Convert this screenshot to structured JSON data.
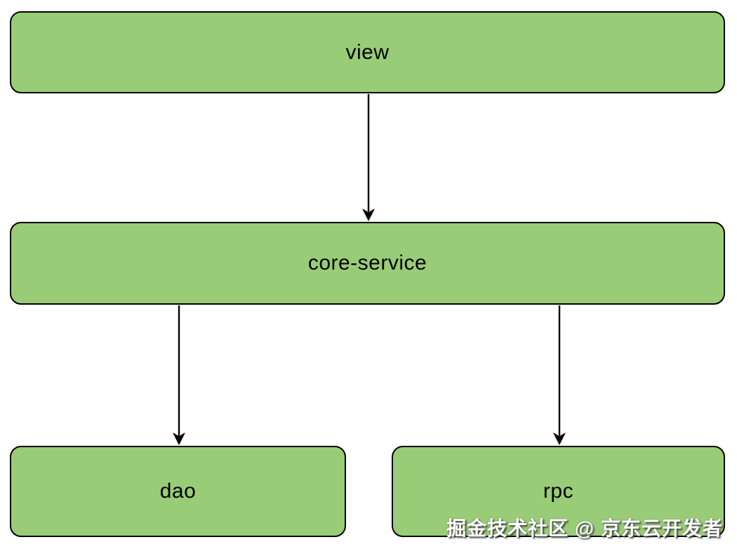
{
  "diagram": {
    "type": "flowchart",
    "direction": "top-down",
    "colors": {
      "node_fill": "#99CC77",
      "node_border": "#000000",
      "label": "#000000",
      "background": "#ffffff",
      "watermark_text": "#ffffff"
    },
    "nodes": [
      {
        "id": "view",
        "label": "view"
      },
      {
        "id": "core-service",
        "label": "core-service"
      },
      {
        "id": "dao",
        "label": "dao"
      },
      {
        "id": "rpc",
        "label": "rpc"
      }
    ],
    "edges": [
      {
        "from": "view",
        "to": "core-service"
      },
      {
        "from": "core-service",
        "to": "dao"
      },
      {
        "from": "core-service",
        "to": "rpc"
      }
    ],
    "watermark": {
      "text": "掘金技术社区 @ 京东云开发者"
    }
  }
}
